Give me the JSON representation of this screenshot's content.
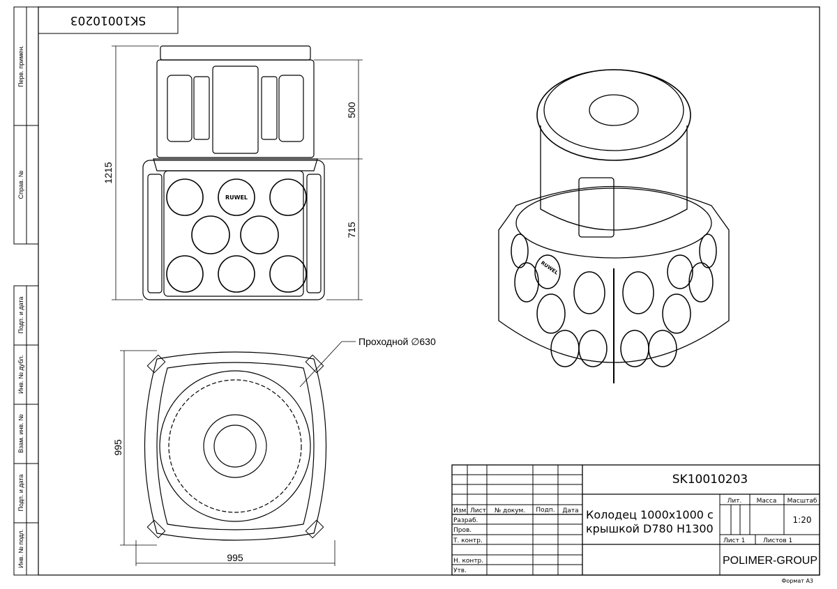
{
  "sidebar": {
    "cells": [
      "Перв. примен.",
      "Справ. №",
      "Подп. и дата",
      "Инв. № дубл.",
      "Взам. инв. №",
      "Подп. и дата",
      "Инв. № подл."
    ]
  },
  "stamp_code": "SK10010203",
  "views": {
    "front": {
      "dim_total": "1215",
      "dim_top": "500",
      "dim_bottom": "715",
      "logo": "RUWEL"
    },
    "top": {
      "dim_width": "995",
      "dim_height": "995",
      "callout": "Проходной ∅630"
    },
    "iso": {
      "logo": "RUWEL"
    }
  },
  "title_block": {
    "code": "SK10010203",
    "headers": {
      "izm": "Изм.",
      "list": "Лист",
      "doc": "№ докум.",
      "sign": "Подп.",
      "date": "Дата"
    },
    "rows": [
      "Разраб.",
      "Пров.",
      "Т. контр.",
      "Н. контр.",
      "Утв."
    ],
    "title_line1": "Колодец 1000х1000 с",
    "title_line2": "крышкой D780 H1300",
    "lit_label": "Лит.",
    "mass_label": "Масса",
    "scale_label": "Масштаб",
    "scale": "1:20",
    "sheet": "Лист 1",
    "sheets": "Листов 1",
    "company": "POLIMER-GROUP",
    "format": "Формат А3"
  }
}
